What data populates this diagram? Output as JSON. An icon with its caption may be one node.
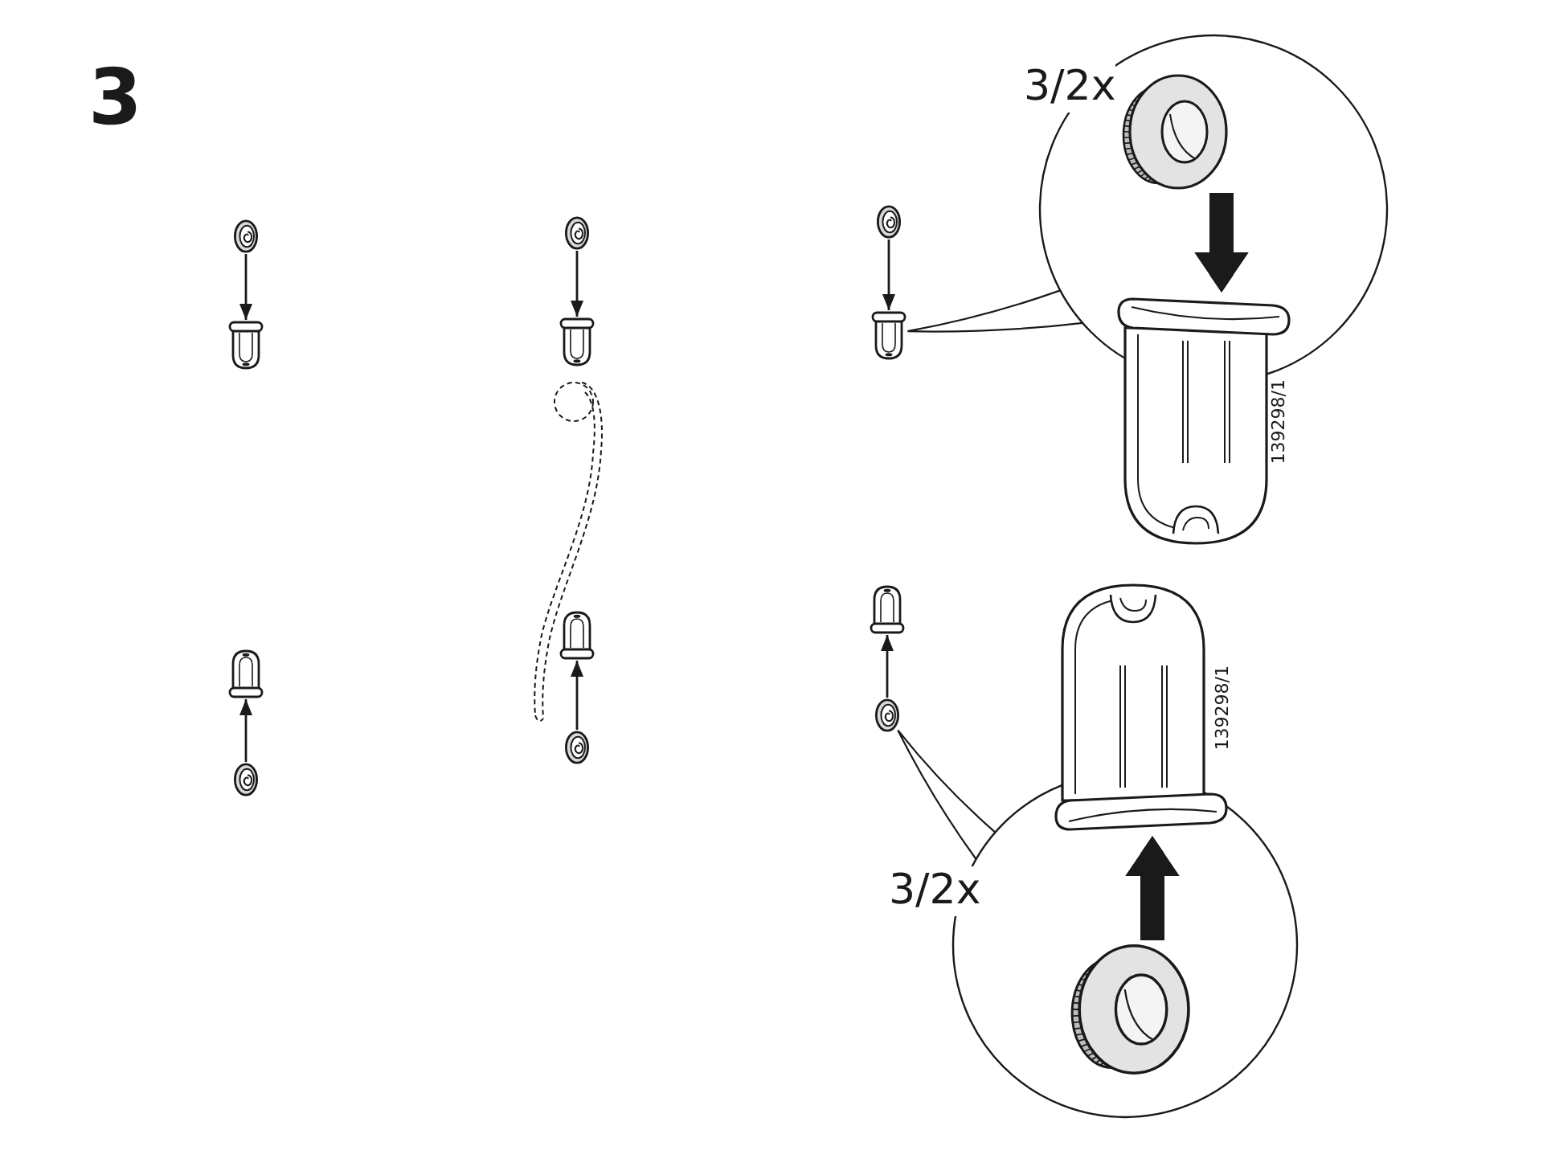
{
  "diagram": {
    "title": "3",
    "nodes": [
      {
        "text": [],
        "shape": "picture"
      },
      {
        "text": [],
        "shape": "picture"
      },
      {
        "text": [],
        "shape": "picture"
      },
      {
        "text": [],
        "shape": "picture"
      },
      {
        "text": [],
        "shape": "picture"
      },
      {
        "text": [],
        "shape": "picture"
      },
      {
        "text": [],
        "shape": "picture"
      },
      {
        "text": [],
        "shape": "picture"
      },
      {
        "text": [],
        "shape": "picture"
      },
      {
        "text": [],
        "shape": "picture"
      },
      {
        "text": [
          "3/2x"
        ]
      },
      {
        "text": [],
        "shape": "picture",
        "in": 10
      },
      {
        "text": [],
        "shape": "picture",
        "beside": [
          "139298/1"
        ]
      },
      {
        "text": [],
        "shape": "picture"
      },
      {
        "text": [],
        "shape": "picture"
      },
      {
        "text": [],
        "shape": "picture",
        "beside": [
          "139298/1"
        ]
      },
      {
        "text": [
          "3/2x"
        ]
      },
      {
        "text": [],
        "shape": "picture",
        "in": 16
      }
    ],
    "edges": [
      {
        "from": 0,
        "to": 1,
        "arrow": "to"
      },
      {
        "from": 3,
        "to": 2,
        "arrow": "to"
      },
      {
        "from": 4,
        "to": 5,
        "arrow": "to"
      },
      {
        "from": 7,
        "to": 6,
        "arrow": "to"
      },
      {
        "from": 8,
        "to": 9,
        "arrow": "to"
      },
      {
        "from": 9,
        "to": 10,
        "arrow": "none"
      },
      {
        "from": 11,
        "to": 12,
        "arrow": "to",
        "style": "thick"
      },
      {
        "from": 14,
        "to": 13,
        "arrow": "to"
      },
      {
        "from": 14,
        "to": 16,
        "arrow": "none"
      },
      {
        "from": 17,
        "to": 15,
        "arrow": "to",
        "style": "thick"
      }
    ]
  }
}
